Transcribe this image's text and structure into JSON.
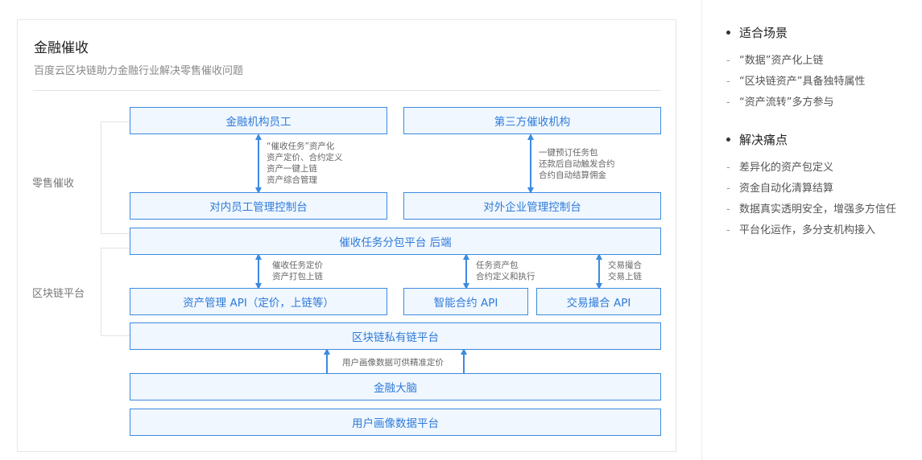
{
  "card": {
    "title": "金融催收",
    "subtitle": "百度云区块链助力金融行业解决零售催收问题"
  },
  "groups": {
    "retail": "零售催收",
    "blockchain": "区块链平台"
  },
  "boxes": {
    "fin_staff": "金融机构员工",
    "third_party": "第三方催收机构",
    "internal_console": "对内员工管理控制台",
    "external_console": "对外企业管理控制台",
    "backend": "催收任务分包平台 后端",
    "asset_api": "资产管理 API（定价，上链等）",
    "contract_api": "智能合约 API",
    "match_api": "交易撮合 API",
    "private_chain": "区块链私有链平台",
    "fin_brain": "金融大脑",
    "profile_platform": "用户画像数据平台"
  },
  "notes": {
    "left_top": "“催收任务”资产化\n资产定价、合约定义\n资产一键上链\n资产综合管理",
    "right_top": "一键预订任务包\n还款后自动触发合约\n合约自动结算佣金",
    "asset": "催收任务定价\n资产打包上链",
    "contract": "任务资产包\n合约定义和执行",
    "match": "交易撮合\n交易上链",
    "brain": "用户画像数据可供精准定价"
  },
  "panel": {
    "sections": [
      {
        "heading": "适合场景",
        "items": [
          "“数据”资产化上链",
          "“区块链资产”具备独特属性",
          "“资产流转”多方参与"
        ]
      },
      {
        "heading": "解决痛点",
        "items": [
          "差异化的资产包定义",
          "资金自动化清算结算",
          "数据真实透明安全，增强多方信任",
          "平台化运作，多分支机构接入"
        ]
      }
    ]
  },
  "colors": {
    "accent": "#3d8ae0",
    "box_fill": "#f0f7ff",
    "text_blue": "#2f7bd8"
  }
}
